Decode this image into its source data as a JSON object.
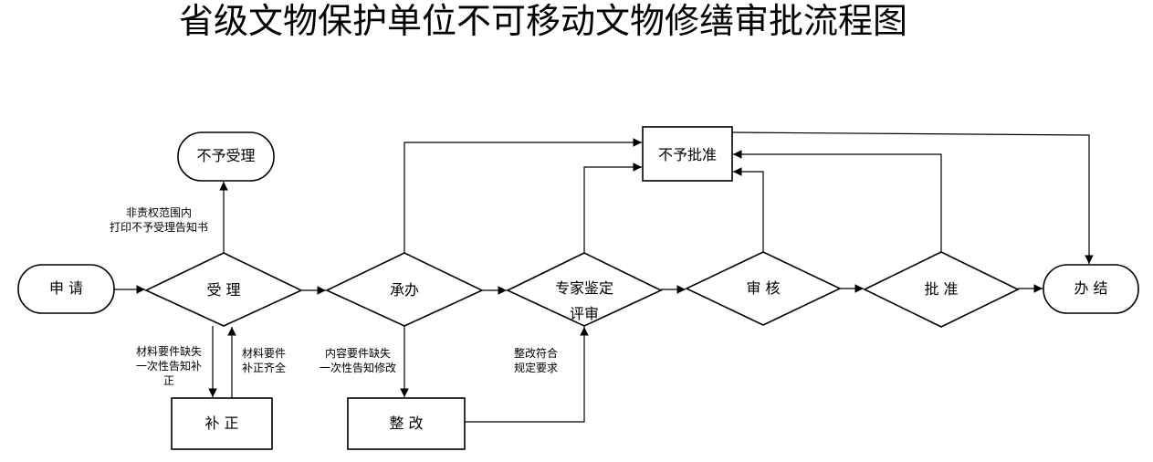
{
  "title": "省级文物保护单位不可移动文物修缮审批流程图",
  "nodes": {
    "apply": "申  请",
    "accept": "受  理",
    "reject_accept": "不予受理",
    "correct": "补  正",
    "undertake": "承办",
    "rectify": "整  改",
    "expert_review_line1": "专家鉴定",
    "expert_review_line2": "评审",
    "audit": "审  核",
    "not_approve": "不予批准",
    "approve": "批  准",
    "complete": "办  结"
  },
  "labels": {
    "out_of_scope": "非责权范围内\n打印不予受理告知书",
    "materials_missing": "材料要件缺失\n一次性告知补\n正",
    "materials_complete": "材料要件\n补正齐全",
    "content_missing": "内容要件缺失\n一次性告知修改",
    "rectify_ok": "整改符合\n规定要求"
  }
}
